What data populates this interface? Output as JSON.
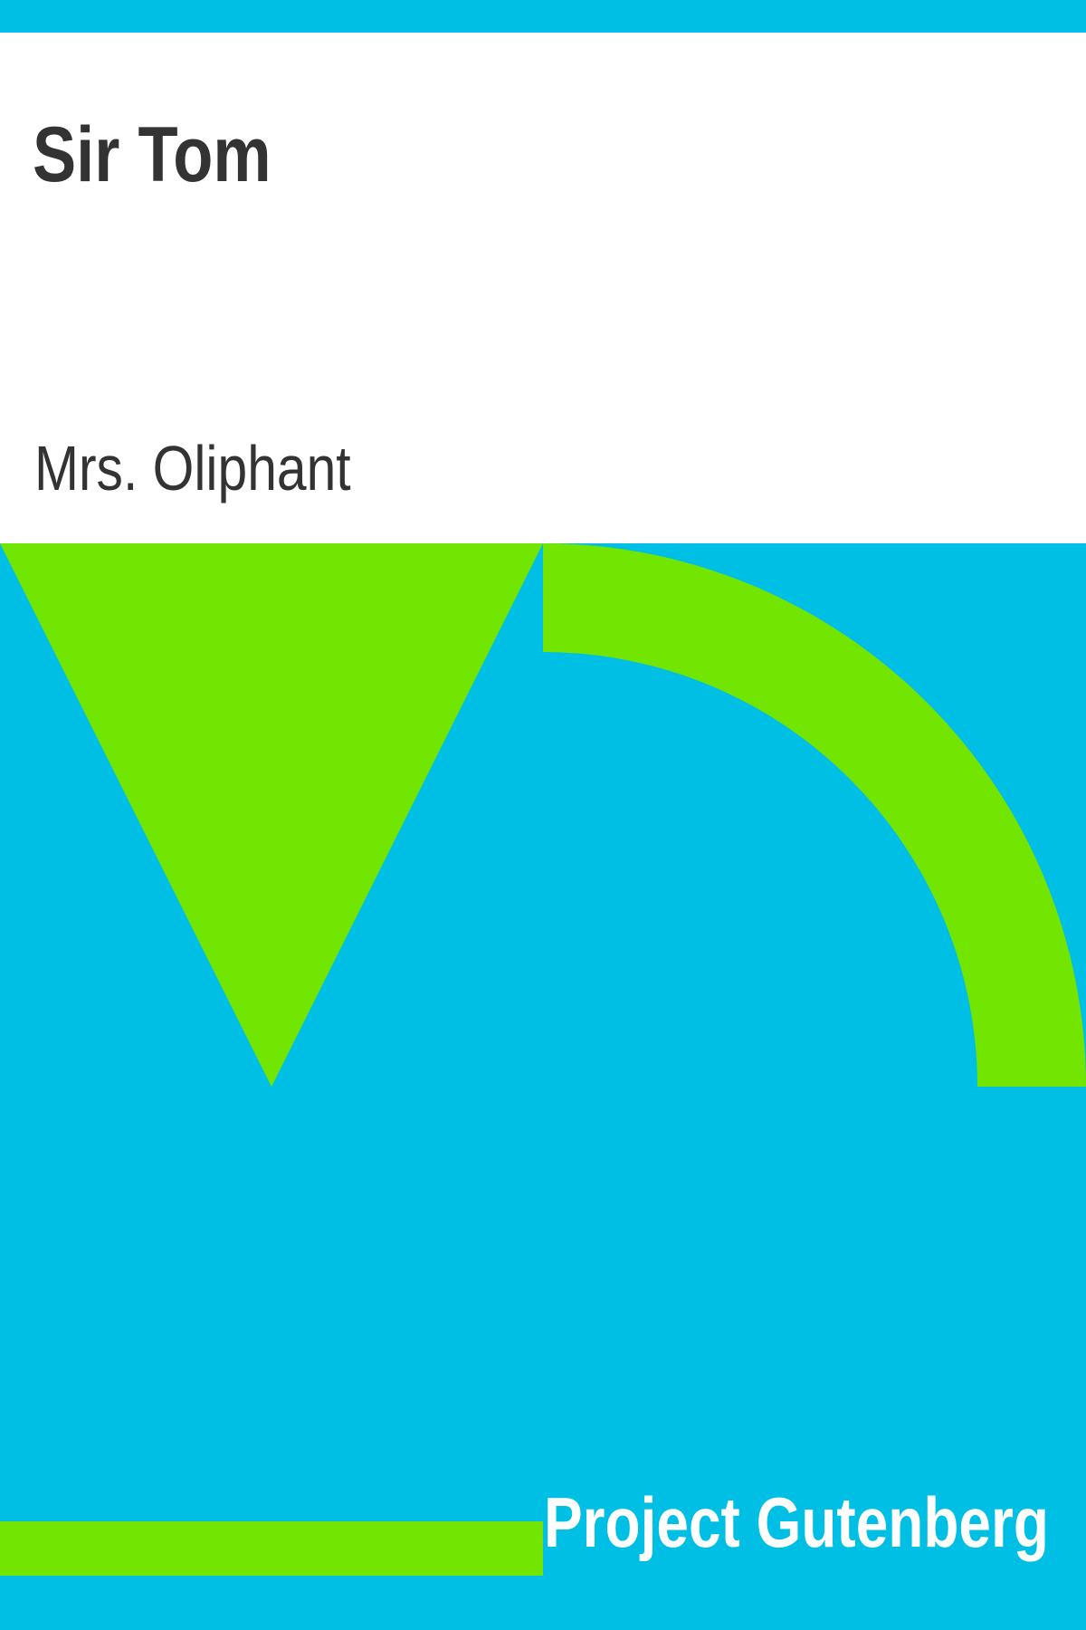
{
  "cover": {
    "title": "Sir Tom",
    "author": "Mrs. Oliphant",
    "publisher": "Project Gutenberg"
  },
  "colors": {
    "background": "#00bfe5",
    "panel": "#ffffff",
    "text": "#333333",
    "accent": "#72e600",
    "publisher_text": "#ffffff"
  }
}
